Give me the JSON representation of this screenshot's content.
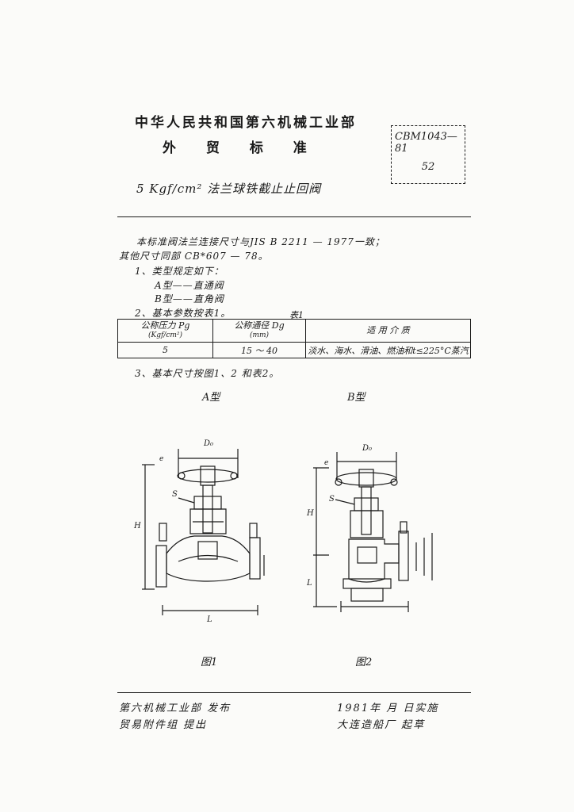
{
  "header": {
    "organization": "中华人民共和国第六机械工业部",
    "subtitle": "外 贸 标 准",
    "standard_code": "CBM1043—81",
    "page_number": "52"
  },
  "title": "5 Kgf/cm² 法兰球铁截止止回阀",
  "body": {
    "intro_line1": "本标准阀法兰连接尺寸与JIS B 2211 — 1977一致；",
    "intro_line2": "其他尺寸同部 CB*607 — 78。",
    "item1": "1、类型规定如下：",
    "item1_a": "A型——直通阀",
    "item1_b": "B型——直角阀",
    "item2": "2、基本参数按表1。",
    "table_caption": "表1",
    "item3": "3、基本尺寸按图1、2  和表2。"
  },
  "table": {
    "headers": [
      {
        "main": "公称压力 Pg",
        "unit": "(Kgf/cm²)"
      },
      {
        "main": "公称通径 Dg",
        "unit": "(mm)"
      },
      {
        "main": "适 用 介 质",
        "unit": ""
      }
    ],
    "row": [
      "5",
      "15 ～ 40",
      "淡水、海水、滑油、燃油和t≤225°C蒸汽"
    ]
  },
  "figures": {
    "type_a_label": "A型",
    "type_b_label": "B型",
    "fig1_caption": "图1",
    "fig2_caption": "图2",
    "dim_labels": {
      "d0": "D₀",
      "h": "H",
      "l": "L",
      "s": "S",
      "e": "e"
    }
  },
  "footer": {
    "issuer": "第六机械工业部  发布",
    "date": "1981年  月  日实施",
    "proposer": "贸易附件组  提出",
    "drafter": "大连造船厂  起草"
  }
}
